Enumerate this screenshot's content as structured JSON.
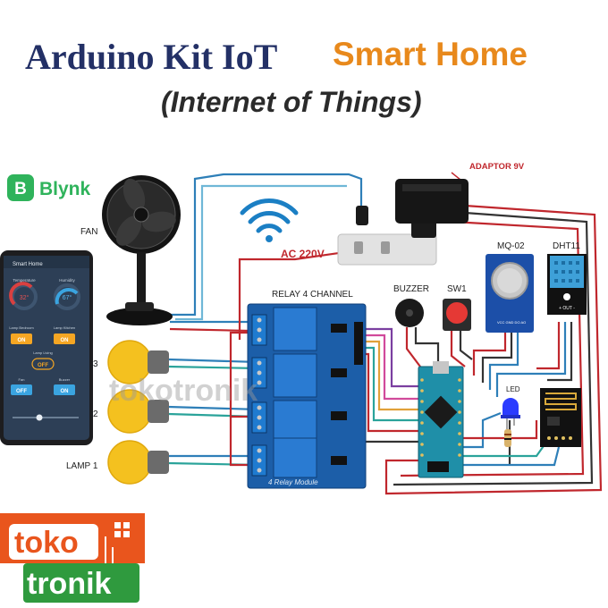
{
  "title": {
    "main": "Arduino Kit IoT",
    "accent": "Smart Home",
    "subtitle": "(Internet of Things)"
  },
  "blynk": {
    "logo_letter": "B",
    "name": "Blynk"
  },
  "phone": {
    "app_title": "Smart Home",
    "gauge_left_label": "Temperature",
    "gauge_left_value": "32°",
    "gauge_right_label": "Humidity",
    "gauge_right_value": "67°",
    "switches": [
      {
        "label": "Lamp Bedroom",
        "state": "ON"
      },
      {
        "label": "Lamp Kitchen",
        "state": "ON"
      },
      {
        "label": "Lamp Living",
        "state": "OFF"
      },
      {
        "label": "Fan",
        "state": "OFF"
      },
      {
        "label": "Buzzer",
        "state": "ON"
      }
    ]
  },
  "labels": {
    "fan": "FAN",
    "lamp3": "3",
    "lamp2": "2",
    "lamp1": "LAMP 1",
    "ac": "AC 220V",
    "adaptor": "ADAPTOR 9V",
    "relay": "RELAY 4 CHANNEL",
    "relay_module": "4 Relay Module",
    "buzzer": "BUZZER",
    "sw1": "SW1",
    "mq": "MQ-02",
    "dht": "DHT11",
    "dht_pins": "+ OUT -",
    "led": "LED",
    "mq_pins": "VCC GND DO AO"
  },
  "watermark": "tokotronik",
  "brand": {
    "line1": "toko",
    "line2": "tronik"
  },
  "colors": {
    "title": "#233066",
    "accent": "#e8891c",
    "relay_board": "#1c5ea8",
    "wire_red": "#c0272d",
    "wire_blue": "#2e7fb8",
    "wire_teal": "#2aa39a",
    "brand_orange": "#e9551d",
    "brand_green": "#2f9a3e"
  }
}
